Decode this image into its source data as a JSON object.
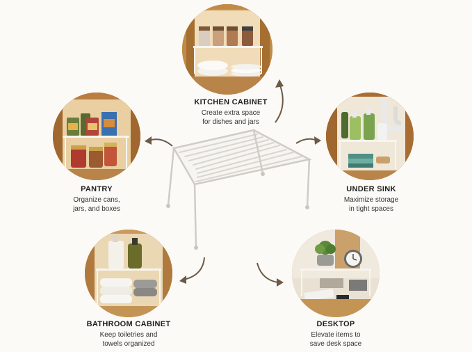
{
  "accent_color": "#6b5a47",
  "panels": {
    "kitchen": {
      "title": "KITCHEN CABINET",
      "desc_line1": "Create extra space",
      "desc_line2": "for dishes and jars"
    },
    "pantry": {
      "title": "PANTRY",
      "desc_line1": "Organize cans,",
      "desc_line2": "jars, and boxes"
    },
    "under_sink": {
      "title": "UNDER SINK",
      "desc_line1": "Maximize storage",
      "desc_line2": "in tight spaces"
    },
    "bathroom": {
      "title": "BATHROOM CABINET",
      "desc_line1": "Keep toiletries and",
      "desc_line2": "towels organized"
    },
    "desktop": {
      "title": "DESKTOP",
      "desc_line1": "Elevate items to",
      "desc_line2": "save desk space"
    }
  },
  "icons": {
    "center": "wire-shelf-icon",
    "kitchen": "kitchen-cabinet-photo",
    "pantry": "pantry-photo",
    "under_sink": "under-sink-photo",
    "bathroom": "bathroom-cabinet-photo",
    "desktop": "desktop-photo"
  }
}
